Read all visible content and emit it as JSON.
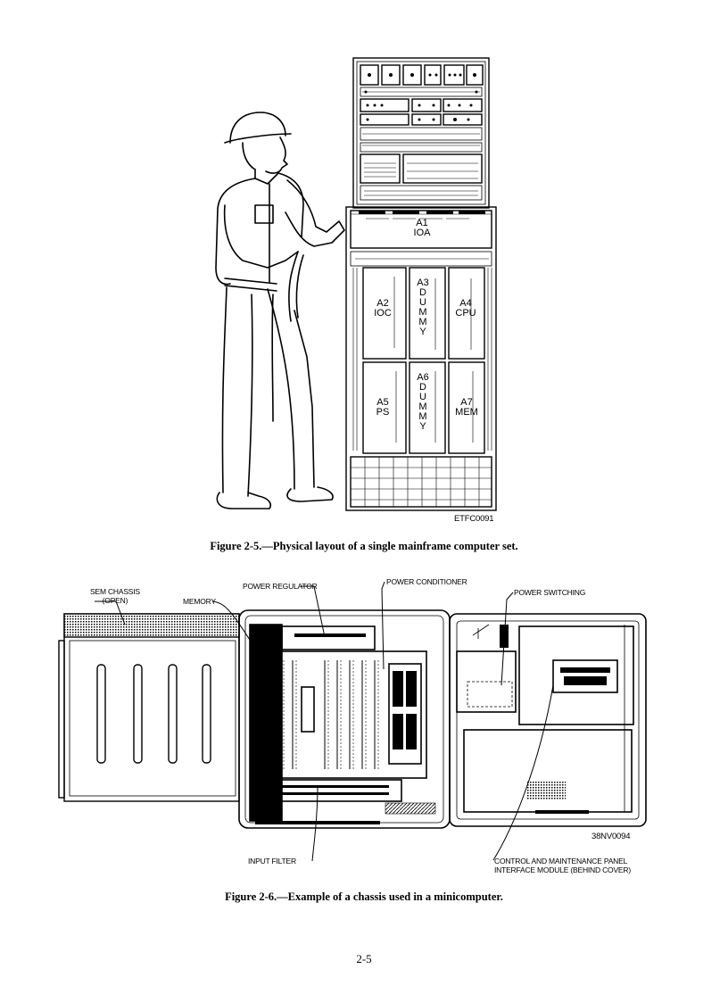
{
  "figure_2_5": {
    "caption": "Figure 2-5.—Physical layout of a single mainframe computer set.",
    "figure_id": "ETFC0091",
    "modules": {
      "a1": "A1\nIOA",
      "a2": "A2\nIOC",
      "a3": "A3\nD\nU\nM\nM\nY",
      "a4": "A4\nCPU",
      "a5": "A5\nPS",
      "a6": "A6\nD\nU\nM\nM\nY",
      "a7": "A7\nMEM"
    }
  },
  "figure_2_6": {
    "caption": "Figure 2-6.—Example of a chassis used in a minicomputer.",
    "figure_id": "38NV0094",
    "labels": {
      "sem_chassis": "SEM CHASSIS\n(OPEN)",
      "memory": "MEMORY",
      "power_regulator": "POWER REGULATOR",
      "power_conditioner": "POWER CONDITIONER",
      "power_switching": "POWER SWITCHING",
      "input_filter": "INPUT FILTER",
      "control_panel": "CONTROL AND MAINTENANCE PANEL\nINTERFACE MODULE (BEHIND COVER)"
    }
  },
  "page_number": "2-5"
}
